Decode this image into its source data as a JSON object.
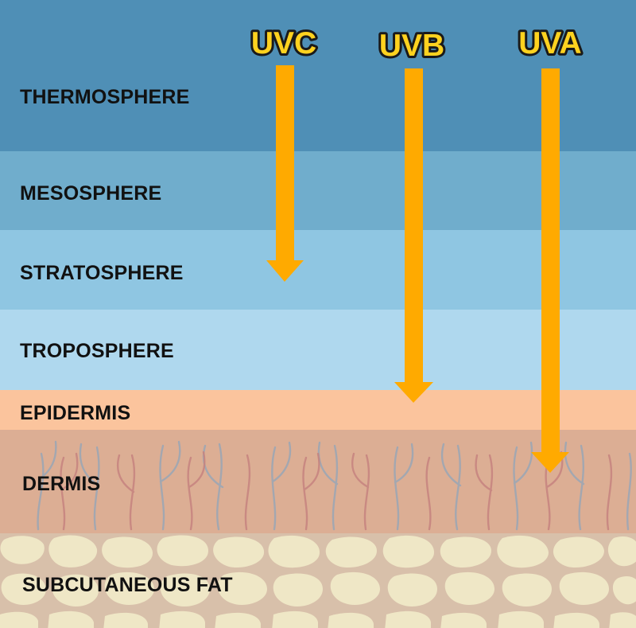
{
  "layers": [
    {
      "id": "thermosphere",
      "label": "THERMOSPHERE",
      "color": "#4f8fb6"
    },
    {
      "id": "mesosphere",
      "label": "MESOSPHERE",
      "color": "#70adcc"
    },
    {
      "id": "stratosphere",
      "label": "STRATOSPHERE",
      "color": "#8fc6e2"
    },
    {
      "id": "troposphere",
      "label": "TROPOSPHERE",
      "color": "#afd8ee"
    },
    {
      "id": "epidermis",
      "label": "EPIDERMIS",
      "color": "#fbc49d"
    },
    {
      "id": "dermis",
      "label": "DERMIS",
      "color": "#dcae94"
    },
    {
      "id": "subcutaneous-fat",
      "label": "SUBCUTANEOUS FAT",
      "color": "#d8c0aa"
    }
  ],
  "rays": [
    {
      "id": "uvc",
      "label": "UVC",
      "stops_in": "stratosphere"
    },
    {
      "id": "uvb",
      "label": "UVB",
      "stops_in": "epidermis"
    },
    {
      "id": "uva",
      "label": "UVA",
      "stops_in": "dermis"
    }
  ],
  "colors": {
    "arrow": "#ffaa00",
    "ray_label_fill": "#ffd21f",
    "ray_label_outline": "#1a1a1a",
    "fat_cell": "#efe7c6",
    "vessel_blue": "#9aa6b6",
    "vessel_red": "#c6837f"
  }
}
